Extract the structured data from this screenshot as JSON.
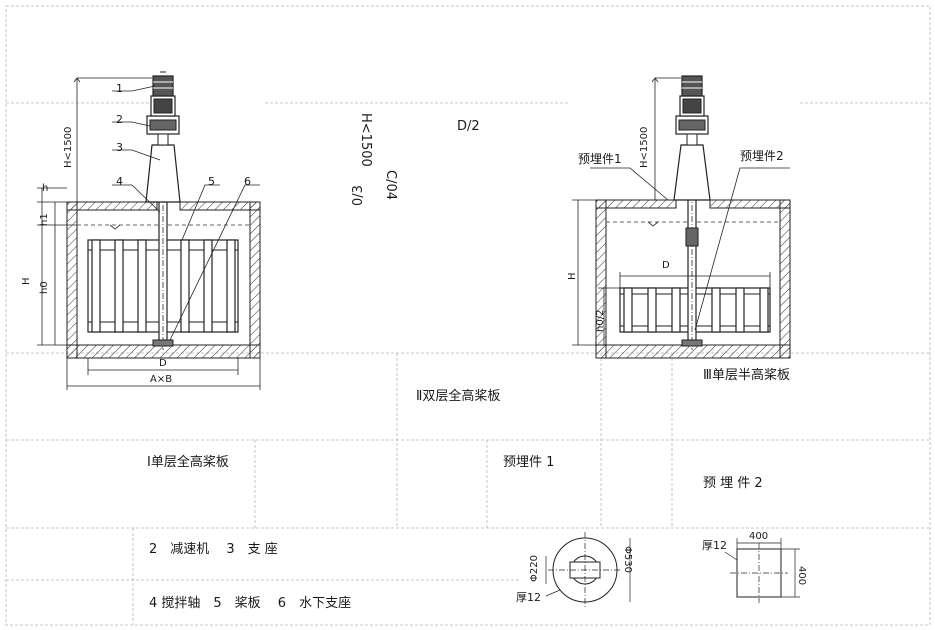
{
  "top_labels": {
    "d_over_2": "D/2",
    "h_le_1500_mid": "H<1500",
    "c_over_04": "C/04",
    "zero_over_3": "0/3"
  },
  "drawing_left": {
    "callouts": [
      "1",
      "2",
      "3",
      "4",
      "5",
      "6"
    ],
    "h_limit": "H<1500",
    "h": "h",
    "h1": "h1",
    "H": "H",
    "h0": "h0",
    "D": "D",
    "AxB": "A×B"
  },
  "drawing_right": {
    "h_limit": "H<1500",
    "embedded_1": "预埋件1",
    "embedded_2": "预埋件2",
    "D": "D",
    "H": "H",
    "h0_2": "h0/2"
  },
  "captions": {
    "type_1": "Ⅰ单层全高桨板",
    "type_2": "Ⅱ双层全高桨板",
    "type_3": "Ⅲ单层半高桨板",
    "embedded_1": "预埋件 1",
    "embedded_2": "预 埋 件 2"
  },
  "legend": {
    "row1": "2　减速机　 3　支 座",
    "row2": "4 搅拌轴　5　桨板　 6　水下支座"
  },
  "part_1": {
    "d_inner": "Φ220",
    "d_outer": "Φ530",
    "thickness": "厚12"
  },
  "part_2": {
    "thickness": "厚12",
    "width": "400",
    "height": "400"
  }
}
